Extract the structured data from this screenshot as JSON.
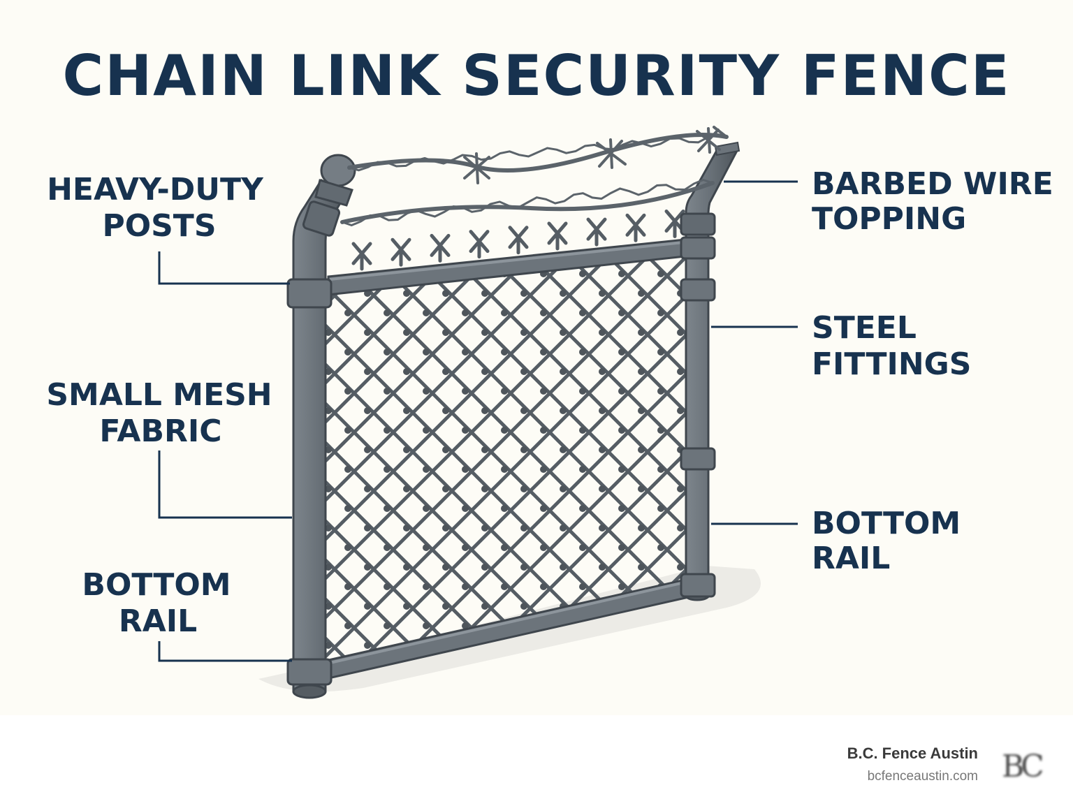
{
  "title": "CHAIN LINK SECURITY FENCE",
  "labels": {
    "posts": [
      "HEAVY-DUTY",
      "POSTS"
    ],
    "mesh": [
      "SMALL MESH",
      "FABRIC"
    ],
    "bottom_left": [
      "BOTTOM",
      "RAIL"
    ],
    "barbed": [
      "BARBED WIRE",
      "TOPPING"
    ],
    "fittings": [
      "STEEL",
      "FITTINGS"
    ],
    "bottom_right": [
      "BOTTOM",
      "RAIL"
    ]
  },
  "footer": {
    "brand": "B.C. Fence Austin",
    "url": "bcfenceaustin.com",
    "logo": "BC"
  },
  "colors": {
    "background": "#fdfcf6",
    "text": "#17324f",
    "steel": "#646c74",
    "steel_dark": "#3f464d",
    "steel_light": "#8a9299"
  }
}
